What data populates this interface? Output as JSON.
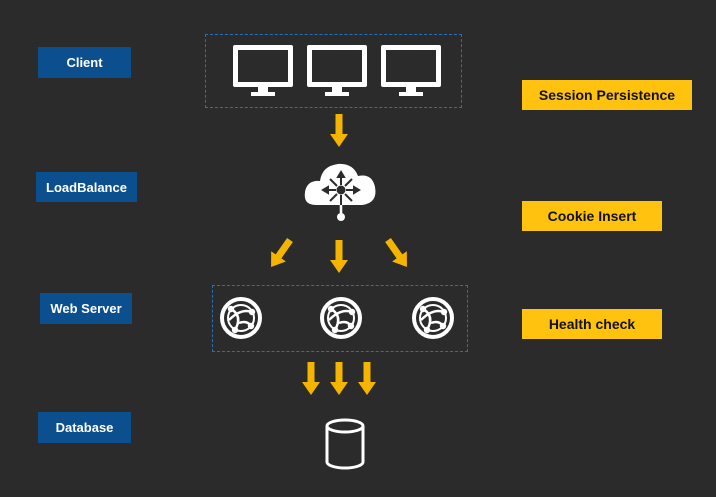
{
  "tiers": {
    "client": "Client",
    "load_balance": "LoadBalance",
    "web_server": "Web Server",
    "database": "Database"
  },
  "features": {
    "session_persistence": "Session Persistence",
    "cookie_insert": "Cookie Insert",
    "health_check": "Health check"
  },
  "nodes": {
    "client_monitors": [
      "monitor-icon",
      "monitor-icon",
      "monitor-icon"
    ],
    "load_balancer": "cloud-load-balancer-icon",
    "web_servers": [
      "web-server-globe-icon",
      "web-server-globe-icon",
      "web-server-globe-icon"
    ],
    "database": "database-cylinder-icon"
  },
  "colors": {
    "background": "#2b2b2b",
    "tier_label": "#0b4f8f",
    "feature_label": "#ffc20e",
    "arrow": "#f5b400",
    "group_border": "#2a6fb3",
    "icon": "#ffffff"
  }
}
